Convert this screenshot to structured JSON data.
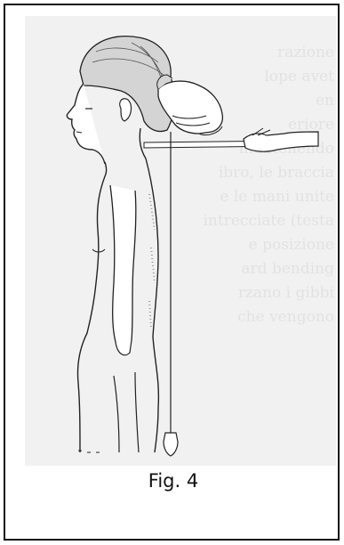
{
  "figure": {
    "caption": "Fig. 4",
    "background_text_lines": [
      "razione",
      "lope avet",
      "en",
      "eriore",
      "mantenendo",
      "ibro, le braccia",
      "e le mani unite",
      "intrecciate (testa",
      "e posizione",
      "ard bending",
      "rzano i gibbi",
      "che vengono",
      ""
    ]
  }
}
